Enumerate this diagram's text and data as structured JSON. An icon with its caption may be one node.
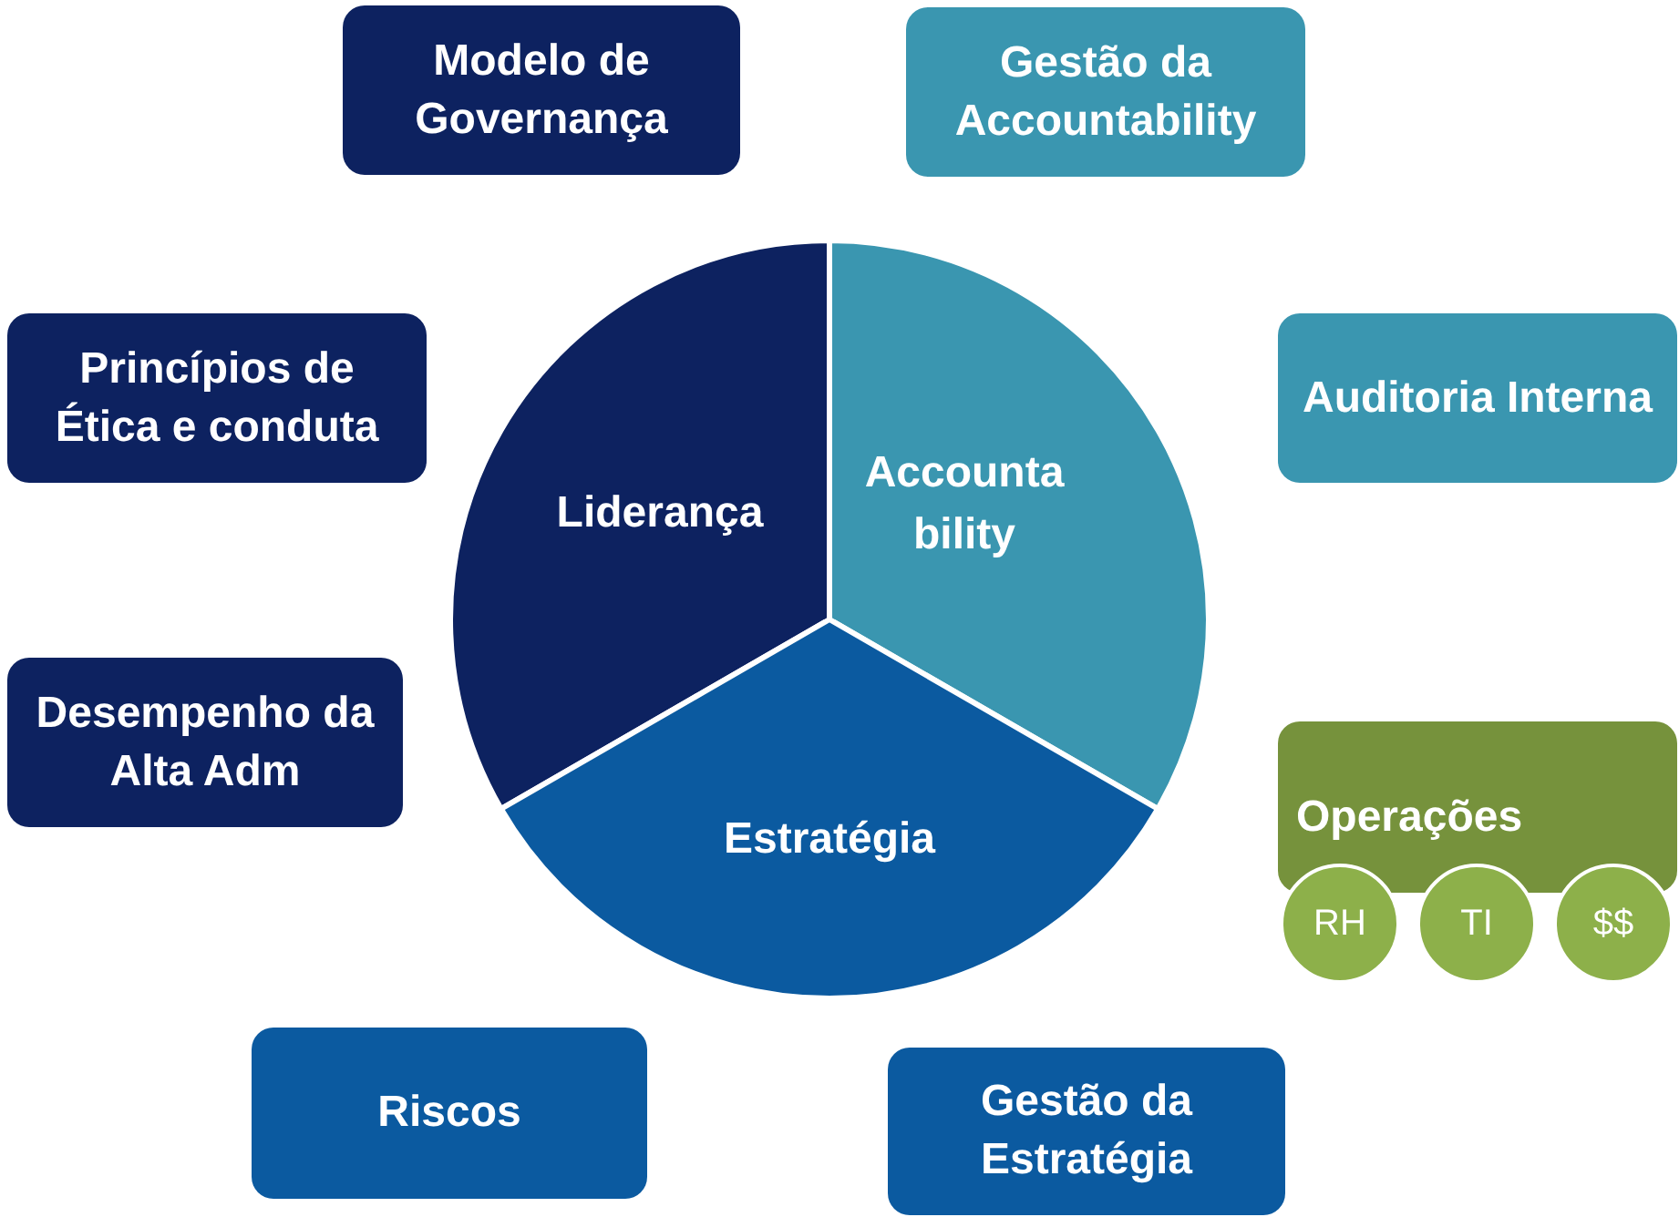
{
  "diagram": {
    "nodes": [
      {
        "text": [
          "Modelo de Governança"
        ]
      },
      {
        "text": [
          "Gestão da Accountability"
        ]
      },
      {
        "text": [
          "Princípios de Ética e conduta"
        ]
      },
      {
        "text": [
          "Liderança"
        ]
      },
      {
        "text": [
          "Accounta bility"
        ]
      },
      {
        "text": [
          "Auditoria Interna"
        ]
      },
      {
        "text": [
          "Desempenho da Alta Adm"
        ]
      },
      {
        "text": [
          "Estratégia"
        ]
      },
      {
        "text": [
          "Operações"
        ]
      },
      {
        "text": [
          "RH"
        ]
      },
      {
        "text": [
          "TI"
        ]
      },
      {
        "text": [
          "$$"
        ]
      },
      {
        "text": [
          "Riscos"
        ]
      },
      {
        "text": [
          "Gestão da Estratégia"
        ]
      }
    ]
  }
}
